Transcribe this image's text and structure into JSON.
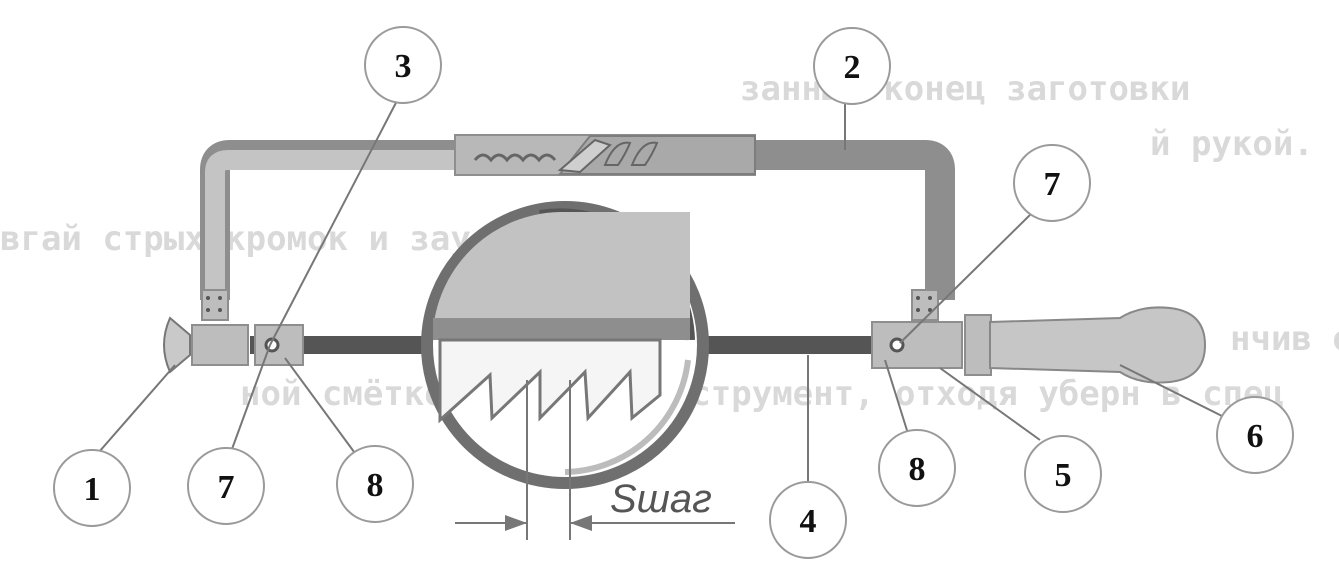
{
  "background_text": {
    "lines": [
      "занный конец заготовки",
      "й рукой.",
      "вгай                     стрых кромок и заус",
      "нчив operation          ребон",
      "ной смёткой, против инструмент, отходя уберн в спец"
    ]
  },
  "diagram": {
    "pitch_label": "Sшаг",
    "callouts": [
      {
        "id": "callout-1",
        "label": "1"
      },
      {
        "id": "callout-2",
        "label": "2"
      },
      {
        "id": "callout-3",
        "label": "3"
      },
      {
        "id": "callout-4",
        "label": "4"
      },
      {
        "id": "callout-5",
        "label": "5"
      },
      {
        "id": "callout-6",
        "label": "6"
      },
      {
        "id": "callout-7-left",
        "label": "7"
      },
      {
        "id": "callout-7-right",
        "label": "7"
      },
      {
        "id": "callout-8-left",
        "label": "8"
      },
      {
        "id": "callout-8-right",
        "label": "8"
      }
    ]
  },
  "colors": {
    "frame": "#8e8e8e",
    "frame_light": "#c4c4c4",
    "blade": "#555555",
    "callout_stroke": "#9a9a9a"
  }
}
